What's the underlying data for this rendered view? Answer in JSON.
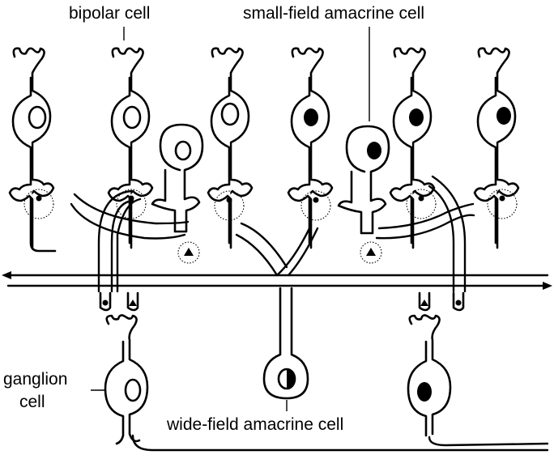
{
  "labels": {
    "bipolar": "bipolar cell",
    "small_amacrine": "small-field amacrine cell",
    "ganglion_line1": "ganglion",
    "ganglion_line2": "cell",
    "wide_amacrine": "wide-field amacrine cell"
  },
  "colors": {
    "ink": "#000000",
    "background": "#ffffff"
  },
  "symbols": {
    "left_arrow": "double-headed-arrow-left-icon",
    "right_arrow": "arrow-right-icon"
  }
}
